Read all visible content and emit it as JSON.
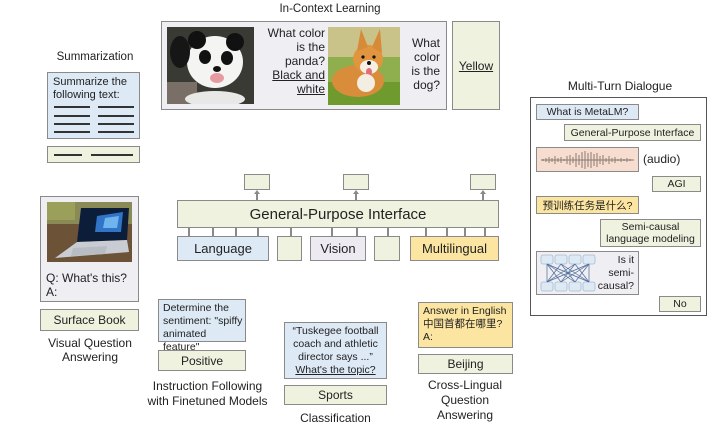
{
  "in_context_learning": {
    "title": "In-Context Learning",
    "panda_image": "panda-photo",
    "q1_lines": [
      "What color",
      "is the",
      "panda?"
    ],
    "a1_lines": [
      "Black and",
      "white"
    ],
    "dog_image": "corgi-photo",
    "q2_lines": [
      "What",
      "color",
      "is the",
      "dog?"
    ],
    "answer": "Yellow"
  },
  "summarization": {
    "title": "Summarization",
    "prompt": "Summarize the following text:"
  },
  "visual_qa": {
    "image": "laptop-photo",
    "q": "Q: What's this?",
    "a": "A:",
    "answer": "Surface Book",
    "caption_lines": [
      "Visual Question",
      "Answering"
    ]
  },
  "interface": {
    "title": "General-Purpose Interface",
    "inputs": [
      "Language",
      "Vision",
      "Multilingual"
    ]
  },
  "instruction": {
    "prompt_lines": [
      "Determine the",
      "sentiment: \"spiffy",
      "animated feature\""
    ],
    "answer": "Positive",
    "caption_lines": [
      "Instruction Following",
      "with Finetuned Models"
    ]
  },
  "classification": {
    "prompt_lines": [
      "“Tuskegee football",
      "coach and athletic",
      "director says ...”"
    ],
    "question": "What's the topic?",
    "answer": "Sports",
    "caption": "Classification"
  },
  "cross_lingual": {
    "prompt_lines": [
      "Answer in English",
      "中国首都在哪里?",
      "A:"
    ],
    "answer": "Beijing",
    "caption_lines": [
      "Cross-Lingual",
      "Question",
      "Answering"
    ]
  },
  "dialogue": {
    "title": "Multi-Turn Dialogue",
    "turns": {
      "t1": "What is MetaLM?",
      "t2": "General-Purpose Interface",
      "t3_label": "(audio)",
      "t4": "AGI",
      "t5": "预训练任务是什么?",
      "t6_lines": [
        "Semi-causal",
        "language modeling"
      ],
      "t7_lines": [
        "Is it",
        "semi-",
        "causal?"
      ],
      "t8": "No"
    }
  },
  "colors": {
    "output_green": "#eef2df",
    "input_blue": "#dde9f5",
    "vision_purple": "#eeeaf2",
    "multilingual_yellow": "#fbe5a0",
    "audio_pink": "#f7ddd0"
  }
}
